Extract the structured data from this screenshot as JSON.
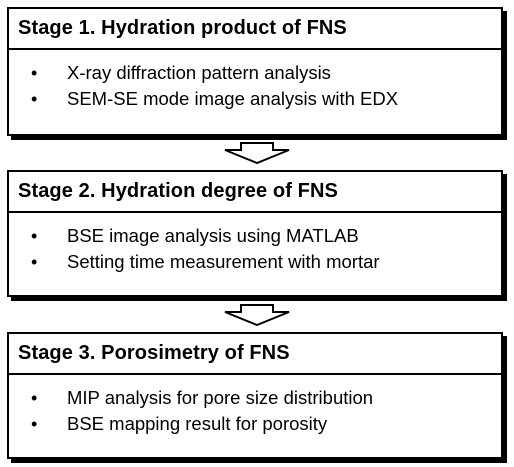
{
  "stages": [
    {
      "title": "Stage 1. Hydration product of FNS",
      "items": [
        "X-ray diffraction pattern analysis",
        "SEM-SE mode image analysis with EDX"
      ]
    },
    {
      "title": "Stage 2. Hydration degree of FNS",
      "items": [
        "BSE image analysis using MATLAB",
        "Setting time measurement with mortar"
      ]
    },
    {
      "title": "Stage 3. Porosimetry of FNS",
      "items": [
        "MIP analysis for pore size distribution",
        "BSE mapping result for porosity"
      ]
    }
  ],
  "bullet_symbol": "•",
  "colors": {
    "border": "#000000",
    "background": "#ffffff",
    "text": "#000000"
  },
  "icons": [
    "down-arrow-icon",
    "down-arrow-icon"
  ]
}
